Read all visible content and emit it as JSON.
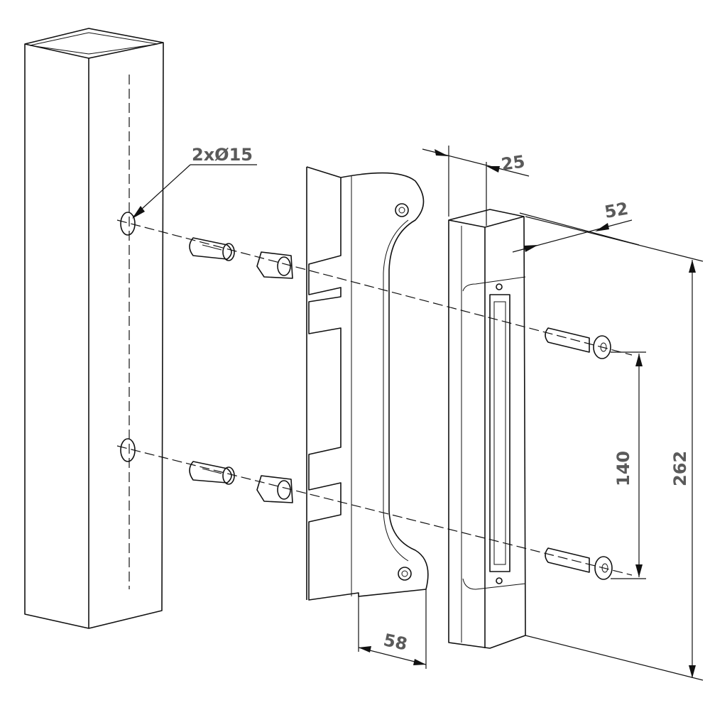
{
  "title": "Gate lock keeper mounting diagram",
  "dimensions": {
    "holes": "2xØ15",
    "depth": "25",
    "width": "52",
    "hole_spacing": "140",
    "height": "262",
    "bracket_width": "58"
  }
}
